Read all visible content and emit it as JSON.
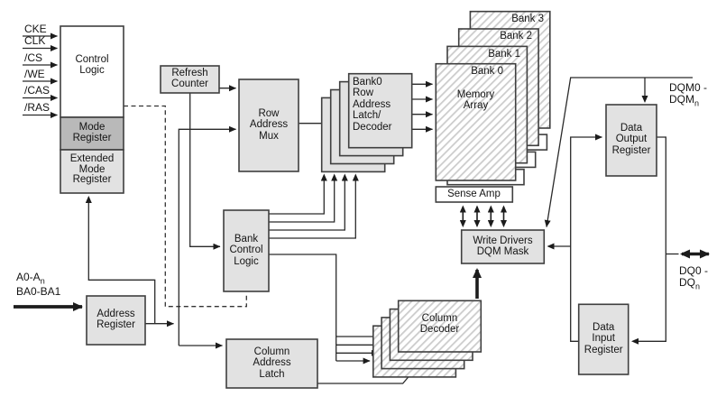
{
  "signals": {
    "cke": "CKE",
    "clk": "CLK",
    "cs": "/CS",
    "we": "/WE",
    "cas": "/CAS",
    "ras": "/RAS",
    "address_base": "A0-A",
    "address_sub": "n",
    "bank_address": "BA0-BA1",
    "dqm_line1": "DQM0 -",
    "dqm_base": "DQM",
    "dqm_sub": "n",
    "dq_line1": "DQ0 -",
    "dq_base": "DQ",
    "dq_sub": "n"
  },
  "blocks": {
    "control_logic": "Control\nLogic",
    "mode_register": "Mode\nRegister",
    "extended_mode_register": "Extended\nMode\nRegister",
    "refresh_counter": "Refresh\nCounter",
    "row_address_mux": "Row\nAddress\nMux",
    "bank_control_logic": "Bank\nControl\nLogic",
    "address_register": "Address\nRegister",
    "column_address_latch": "Column\nAddress\nLatch",
    "bank0_row_latch": "Bank0\nRow\nAddress\nLatch/\nDecoder",
    "memory_array": "Memory\nArray",
    "bank_labels": [
      "Bank 3",
      "Bank 2",
      "Bank 1",
      "Bank 0"
    ],
    "sense_amp": "Sense Amp",
    "write_drivers": "Write Drivers\nDQM Mask",
    "column_decoder": "Column\nDecoder",
    "data_output_register": "Data\nOutput\nRegister",
    "data_input_register": "Data\nInput\nRegister"
  },
  "colors": {
    "background": "#ffffff",
    "box_fill": "#e2e2e2",
    "mode_register_fill": "#b9b9b9",
    "extended_mode_fill": "#e2e2e2",
    "control_logic_fill": "#ffffff",
    "box_border": "#3f3f3f",
    "line": "#2a2a2a",
    "hatch_stripe": "#cccccc"
  }
}
